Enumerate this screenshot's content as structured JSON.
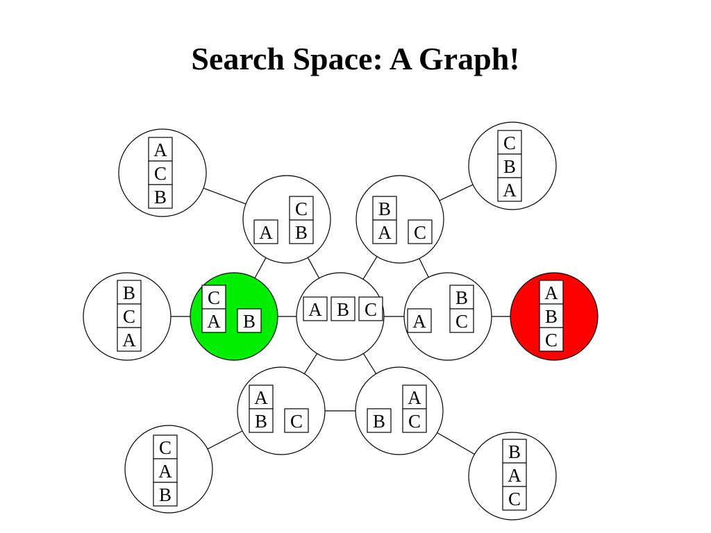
{
  "title": "Search Space: A Graph!",
  "colors": {
    "start": "#00ee00",
    "goal": "#ff0000",
    "node": "#ffffff",
    "stroke": "#000000"
  },
  "nodes": [
    {
      "id": "n0",
      "stacks": [
        [
          "B",
          "A"
        ],
        [
          "C"
        ]
      ]
    },
    {
      "id": "n1",
      "stacks": [
        [
          "A"
        ],
        [
          "C",
          "B"
        ]
      ]
    },
    {
      "id": "n2",
      "stacks": [
        [
          "C",
          "B",
          "A"
        ]
      ]
    },
    {
      "id": "n3",
      "stacks": [
        [
          "A",
          "C",
          "B"
        ]
      ]
    },
    {
      "id": "n4",
      "stacks": [
        [
          "B",
          "C",
          "A"
        ]
      ]
    },
    {
      "id": "n5",
      "stacks": [
        [
          "C",
          "A"
        ],
        [
          "B"
        ]
      ],
      "state": "start"
    },
    {
      "id": "n6",
      "stacks": [
        [
          "A"
        ],
        [
          "B"
        ],
        [
          "C"
        ]
      ]
    },
    {
      "id": "n7",
      "stacks": [
        [
          "A"
        ],
        [
          "B",
          "C"
        ]
      ]
    },
    {
      "id": "n8",
      "stacks": [
        [
          "A",
          "B",
          "C"
        ]
      ],
      "state": "goal"
    },
    {
      "id": "n9",
      "stacks": [
        [
          "A",
          "B"
        ],
        [
          "C"
        ]
      ]
    },
    {
      "id": "n10",
      "stacks": [
        [
          "B"
        ],
        [
          "A",
          "C"
        ]
      ]
    },
    {
      "id": "n11",
      "stacks": [
        [
          "C",
          "A",
          "B"
        ]
      ]
    },
    {
      "id": "n12",
      "stacks": [
        [
          "B",
          "A",
          "C"
        ]
      ]
    }
  ],
  "edges": [
    [
      "n3",
      "n1"
    ],
    [
      "n2",
      "n0"
    ],
    [
      "n1",
      "n5"
    ],
    [
      "n1",
      "n6"
    ],
    [
      "n0",
      "n6"
    ],
    [
      "n0",
      "n7"
    ],
    [
      "n4",
      "n5"
    ],
    [
      "n5",
      "n6"
    ],
    [
      "n6",
      "n7"
    ],
    [
      "n7",
      "n8"
    ],
    [
      "n6",
      "n9"
    ],
    [
      "n6",
      "n10"
    ],
    [
      "n9",
      "n10"
    ],
    [
      "n11",
      "n9"
    ],
    [
      "n10",
      "n12"
    ]
  ]
}
